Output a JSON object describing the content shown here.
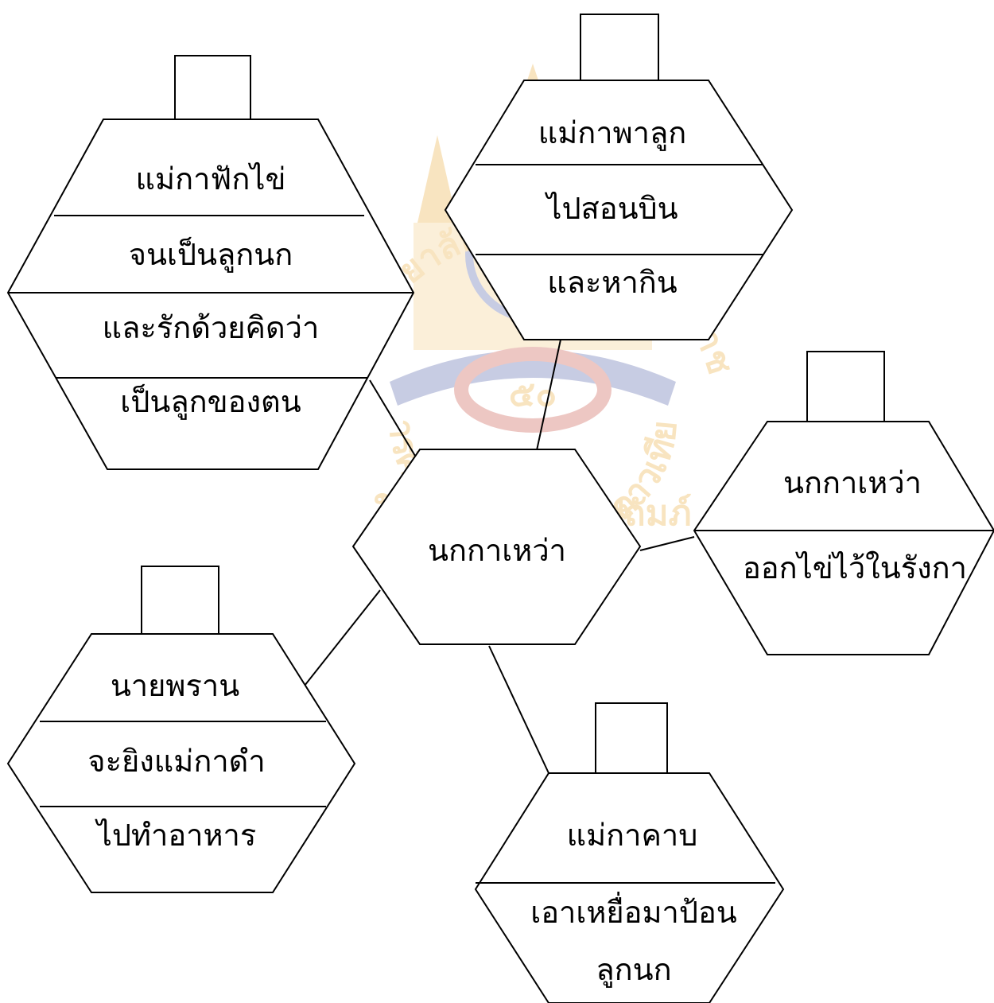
{
  "center": {
    "label": "นกกาเหว่า"
  },
  "boxes": {
    "top_left": {
      "lines": [
        "แม่กาฟักไข่",
        "จนเป็นลูกนก",
        "และรักด้วยคิดว่า",
        "เป็นลูกของตน"
      ]
    },
    "top_center": {
      "lines": [
        "แม่กาพาลูก",
        "ไปสอนบิน",
        "และหากิน"
      ]
    },
    "right": {
      "lines": [
        "นกกาเหว่า",
        "ออกไข่ไว้ในรังกา"
      ]
    },
    "bottom_left": {
      "lines": [
        "นายพราน",
        "จะยิงแม่กาดำ",
        "ไปทำอาหาร"
      ]
    },
    "bottom_right": {
      "lines": [
        "แม่กาคาบ",
        "เอาเหยื่อมาป้อน",
        "ลูกนก"
      ]
    }
  },
  "watermark": {
    "arc_top": "มหาวิทยาลัยสุโขทัยธรรมาธิราช",
    "arc_bottom": "การศึกษาทางไกลผ่านดาวเทียม",
    "line3": "ในพระบรมราชูปถัมภ์",
    "seal_digits": "๕๐",
    "colors": {
      "gold": "#e8a020",
      "red": "#c0392b",
      "blue": "#3b4a9c"
    }
  },
  "colors": {
    "stroke": "#000000",
    "fill": "#ffffff",
    "text": "#000000"
  }
}
